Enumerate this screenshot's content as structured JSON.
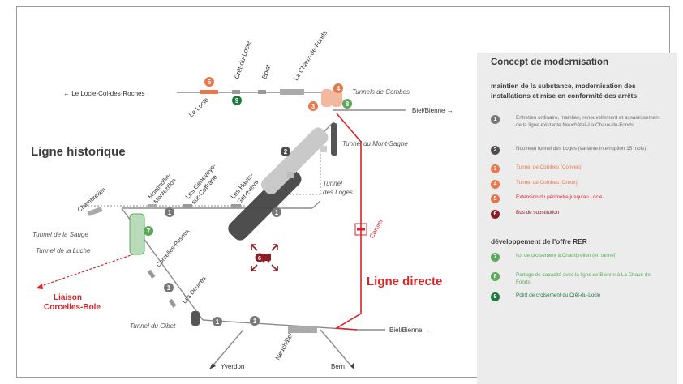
{
  "colors": {
    "track": "#8c8c8c",
    "direct_line": "#d9242a",
    "orange": "#e9774a",
    "dark_red": "#8b1e24",
    "green_dark": "#1d7a3c",
    "green": "#5aaa5a",
    "green_light": "#b9dbb9",
    "badge_gray": "#4d4d4d",
    "panel_bg": "#ececec"
  },
  "labels": {
    "ligne_historique": "Ligne historique",
    "ligne_directe": "Ligne directe",
    "liaison": "Liaison\nCorcelles-Bole",
    "le_locle_col": "← Le Locle-Col-des-Roches",
    "biel_top": "Biel/Bienne →",
    "biel_bottom": "Biel/Bienne →",
    "yverdon": "Yverdon",
    "bern": "Bern",
    "neuchatel": "Neuchâtel",
    "le_locle": "Le Locle",
    "cret_du_locle": "Crêt-du-Locle",
    "eplatures": "Eplat",
    "la_chaux_de_fonds": "La Chaux-de-Fonds",
    "tunnels_de_combes": "Tunnels de Combes",
    "tunnel_mont_sagne": "Tunnel du Mont-Sagne",
    "tunnel_des_loges": "Tunnel\ndes Loges",
    "les_hauts_geneveys": "Les Hauts-\nGeneveys",
    "les_geneveys_sur_coffrane": "Les Geneveys-\nsur-Coffrane",
    "montmollin": "Montmollin-\nMontezillon",
    "chambrelien": "Chambrelien",
    "tunnel_sauge": "Tunnel de la Sauge",
    "tunnel_luche": "Tunnel de la Luche",
    "corcelles_peseux": "Corcelles-Peseux",
    "les_deurres": "Les Deurres",
    "tunnel_gibet": "Tunnel du Gibet",
    "cernier": "Cernier"
  },
  "map_badges": [
    {
      "num": "5",
      "color": "#e9774a"
    },
    {
      "num": "9",
      "color": "#1d7a3c"
    },
    {
      "num": "4",
      "color": "#e9774a"
    },
    {
      "num": "3",
      "color": "#e9774a"
    },
    {
      "num": "8",
      "color": "#5aaa5a"
    },
    {
      "num": "2",
      "color": "#4d4d4d"
    },
    {
      "num": "7",
      "color": "#5aaa5a"
    },
    {
      "num": "1",
      "color": "#777777"
    },
    {
      "num": "1",
      "color": "#777777"
    },
    {
      "num": "1",
      "color": "#777777"
    },
    {
      "num": "1",
      "color": "#777777"
    },
    {
      "num": "1",
      "color": "#777777"
    },
    {
      "num": "6",
      "color": "#8b1e24"
    }
  ],
  "legend": {
    "title": "Concept de modernisation",
    "section1": "maintien de la substance, modernisation des installations et mise en conformité des arrêts",
    "items1": [
      {
        "num": "1",
        "color": "#777777",
        "text_color": "#6e6e6e",
        "text": "Entretien ordinaire, maintien, renouvellement et assainissement de la ligne existante Neuchâtel–La Chaux-de-Fonds"
      },
      {
        "num": "2",
        "color": "#4d4d4d",
        "text_color": "#6e6e6e",
        "text": "Nouveau tunnel des Loges (variante interruption 15 mois)"
      },
      {
        "num": "3",
        "color": "#e9774a",
        "text_color": "#e9774a",
        "text": "Tunnel de Combes (Convers)"
      },
      {
        "num": "4",
        "color": "#e9774a",
        "text_color": "#e9774a",
        "text": "Tunnel de Combes (Creux)"
      },
      {
        "num": "5",
        "color": "#e9774a",
        "text_color": "#d9242a",
        "text": "Extension du périmètre jusqu'au Locle"
      },
      {
        "num": "6",
        "color": "#8b1e24",
        "text_color": "#8b1e24",
        "text": "Bus de substitution"
      }
    ],
    "section2": "développement de l'offre RER",
    "items2": [
      {
        "num": "7",
        "color": "#5aaa5a",
        "text_color": "#5aaa5a",
        "text": "Ilot de croisement à Chambrelien (en tunnel)"
      },
      {
        "num": "8",
        "color": "#5aaa5a",
        "text_color": "#5aaa5a",
        "text": "Partage de capacité avec la ligne de Bienne à La Chaux-de- Fonds"
      },
      {
        "num": "9",
        "color": "#1d7a3c",
        "text_color": "#1d7a3c",
        "text": "Point de croisement du Crêt-du-Locle"
      }
    ]
  }
}
